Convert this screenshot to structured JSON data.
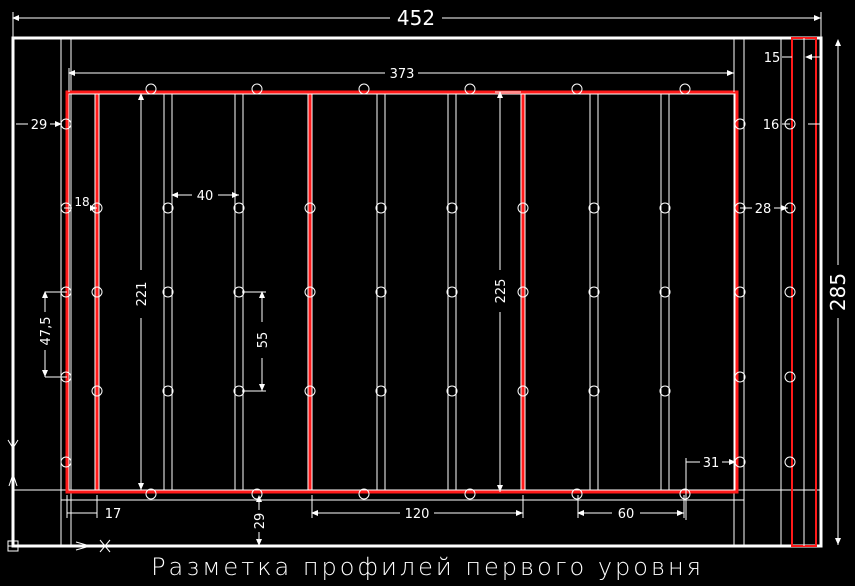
{
  "caption": "Разметка профилей первого уровня",
  "colors": {
    "background": "#000000",
    "lines": "#ffffff",
    "profile": "#ff1a1a"
  },
  "dimensions": {
    "overall_width": "452",
    "overall_height": "285",
    "inner_width": "373",
    "offset_right_top": "15",
    "offset_right_1": "16",
    "offset_left": "29",
    "edge_left": "18",
    "spacing_40": "40",
    "spacing_28": "28",
    "height_221": "221",
    "height_225": "225",
    "height_47_5": "47,5",
    "height_55": "55",
    "offset_31": "31",
    "bottom_17": "17",
    "bottom_29": "29",
    "bottom_120": "120",
    "bottom_60": "60"
  }
}
